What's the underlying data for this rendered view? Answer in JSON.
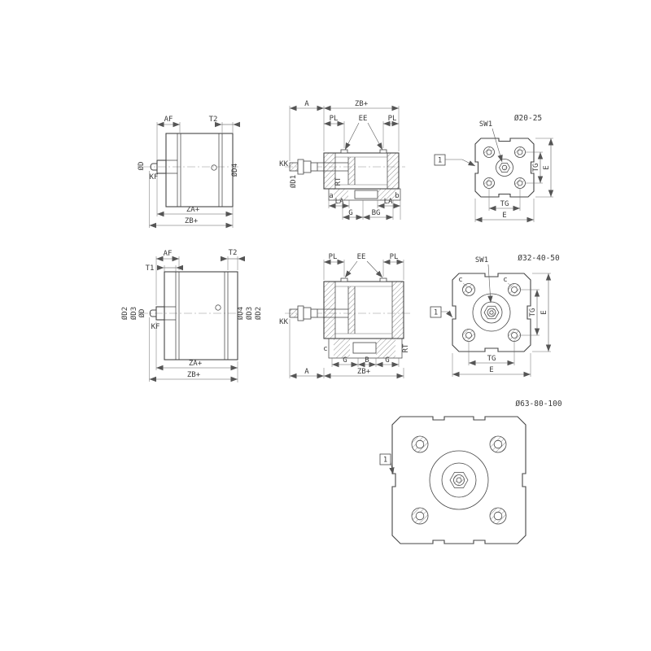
{
  "palette": {
    "background": "#ffffff",
    "ink": "#454545"
  },
  "size1": {
    "label": "Ø20-25",
    "side": {
      "af": "AF",
      "t2": "T2",
      "od": "ØD",
      "kf": "KF",
      "od4": "ØD4",
      "za": "ZA+",
      "zb": "ZB+"
    },
    "section": {
      "a": "A",
      "zb": "ZB+",
      "pl_left": "PL",
      "ee": "EE",
      "pl_right": "PL",
      "kk": "KK",
      "od1": "ØD1",
      "rt": "RT",
      "hole_a": "a",
      "hole_b": "b",
      "la_left": "LA",
      "g": "G",
      "bg": "BG",
      "la_right": "LA"
    },
    "face": {
      "sw1": "SW1",
      "tg_right": "TG",
      "e_right": "E",
      "tg_bottom": "TG",
      "e_bottom": "E",
      "callout": "1"
    }
  },
  "size2": {
    "label": "Ø32-40-50",
    "side": {
      "af": "AF",
      "t1": "T1",
      "t2": "T2",
      "od2": "ØD2",
      "od3": "ØD3",
      "od": "ØD",
      "kf": "KF",
      "od4_r": "ØD4",
      "od3_r": "ØD3",
      "od2_r": "ØD2",
      "za": "ZA+",
      "zb": "ZB+"
    },
    "section": {
      "pl_left": "PL",
      "ee": "EE",
      "pl_right": "PL",
      "kk": "KK",
      "chamfer_c": "c",
      "rt": "RT",
      "g_left": "G",
      "b": "B",
      "g_right": "G",
      "a": "A",
      "zb": "ZB+"
    },
    "face": {
      "sw1": "SW1",
      "c_left": "c",
      "c_right": "c",
      "tg_right": "TG",
      "e_right": "E",
      "tg_bottom": "TG",
      "e_bottom": "E",
      "callout": "1"
    }
  },
  "size3": {
    "label": "Ø63-80-100",
    "face": {
      "callout": "1"
    }
  }
}
